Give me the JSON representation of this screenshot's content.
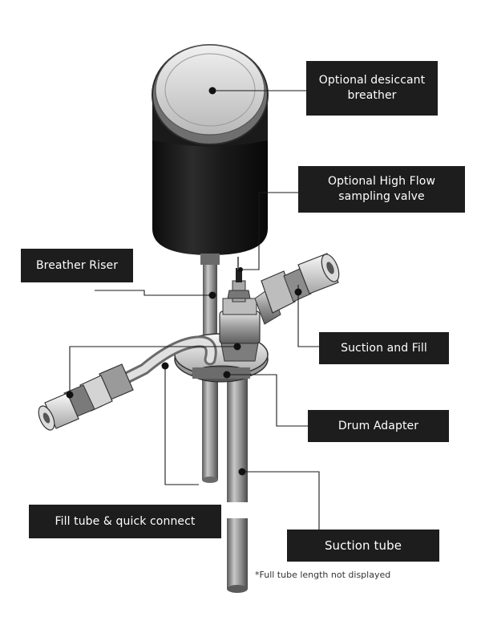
{
  "callouts": {
    "desiccant_breather": {
      "line1": "Optional desiccant",
      "line2": "breather"
    },
    "high_flow_valve": {
      "line1": "Optional High Flow",
      "line2": "sampling valve"
    },
    "breather_riser": "Breather Riser",
    "suction_fill": "Suction and Fill",
    "drum_adapter": "Drum Adapter",
    "fill_tube": "Fill tube & quick connect",
    "suction_tube": "Suction tube"
  },
  "footnote": "*Full tube length not displayed"
}
